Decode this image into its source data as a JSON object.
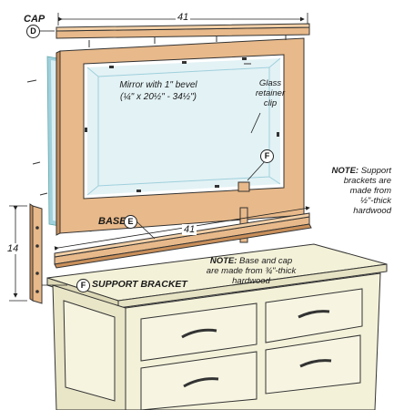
{
  "labels": {
    "cap": "CAP",
    "cap_ref": "D",
    "cap_width": "41",
    "mirror_line1": "Mirror with 1\" bevel",
    "mirror_line2": "(¼\" x 20½\" - 34½\")",
    "clip_line1": "Glass",
    "clip_line2": "retainer",
    "clip_line3": "clip",
    "frame_ref": "F",
    "base": "BASE",
    "base_ref": "E",
    "base_width": "41",
    "height": "14",
    "bracket_ref": "F",
    "bracket": "SUPPORT BRACKET"
  },
  "notes": {
    "support": {
      "lead": "NOTE:",
      "line1": "Support",
      "line2": "brackets are",
      "line3": "made from",
      "line4": "½\"-thick",
      "line5": "hardwood"
    },
    "base_cap": {
      "lead": "NOTE:",
      "line1": "Base and cap",
      "line2": "are made from ¾\"-thick",
      "line3": "hardwood"
    }
  },
  "colors": {
    "wood": "#e8b98a",
    "wood_dark": "#c98f5a",
    "glass": "#d9eef2",
    "glass_edge": "#9fd0dc",
    "dresser": "#f3f1d8",
    "dresser_shade": "#dcd8b6",
    "ink": "#222222"
  }
}
